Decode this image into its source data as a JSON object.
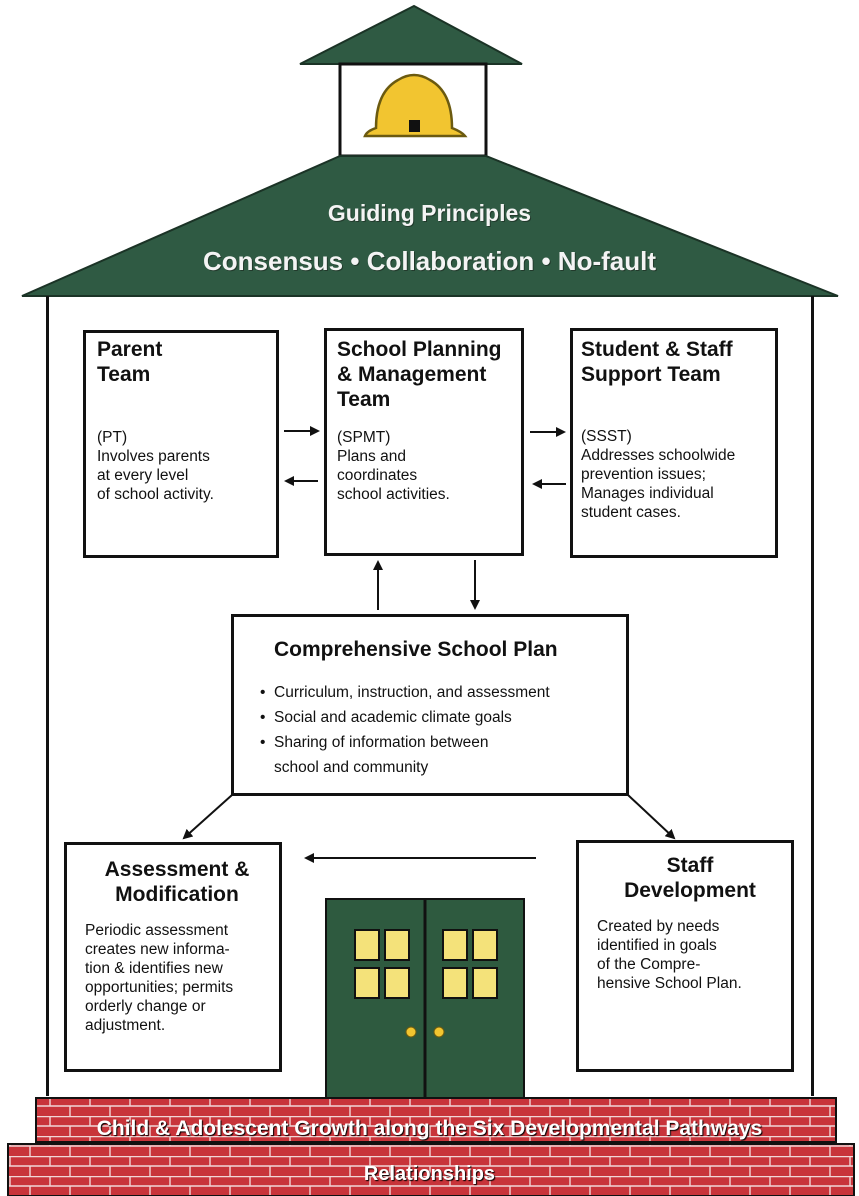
{
  "roof": {
    "heading": "Guiding Principles",
    "principles": "Consensus • Collaboration • No-fault"
  },
  "teams": {
    "parent": {
      "title_line1": "Parent",
      "title_line2": "Team",
      "abbr": "(PT)",
      "desc": [
        "Involves parents",
        "at every level",
        "of school activity."
      ]
    },
    "spmt": {
      "title_line1": "School Planning",
      "title_line2": "& Management",
      "title_line3": "Team",
      "abbr": "(SPMT)",
      "desc": [
        "Plans and",
        "coordinates",
        "school activities."
      ]
    },
    "ssst": {
      "title_line1": "Student & Staff",
      "title_line2": "Support Team",
      "abbr": "(SSST)",
      "desc": [
        "Addresses schoolwide",
        "prevention issues;",
        "Manages individual",
        "student cases."
      ]
    }
  },
  "plan": {
    "title": "Comprehensive School Plan",
    "bullets": [
      "Curriculum, instruction, and assessment",
      "Social and academic climate goals",
      "Sharing of information between"
    ],
    "bullet3_continued": "school and community"
  },
  "assessment": {
    "title_line1": "Assessment &",
    "title_line2": "Modification",
    "desc": [
      "Periodic assessment",
      "creates new informa-",
      "tion & identifies new",
      "opportunities; permits",
      "orderly change or",
      "adjustment."
    ]
  },
  "staff": {
    "title_line1": "Staff",
    "title_line2": "Development",
    "desc": [
      "Created by needs",
      "identified in goals",
      "of the Compre-",
      "hensive School Plan."
    ]
  },
  "foundation": {
    "upper": "Child & Adolescent Growth along the Six Developmental Pathways",
    "lower": "Relationships"
  },
  "colors": {
    "roof_green": "#2f5a43",
    "bell_gold": "#f2c530",
    "door_green": "#2e5a3f",
    "window_yellow": "#f4e27a",
    "brick_red": "#c8343a",
    "mortar": "#f1d7d7"
  }
}
